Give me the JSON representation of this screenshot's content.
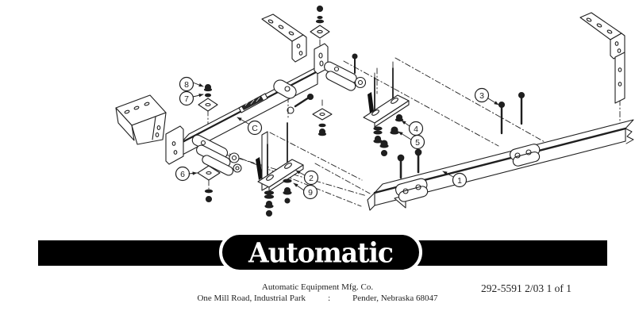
{
  "colors": {
    "ink": "#1f1f1f",
    "banner_bg": "#000000",
    "paper": "#ffffff"
  },
  "banner": {
    "logo_text": "Automatic"
  },
  "footer": {
    "company": "Automatic Equipment Mfg. Co.",
    "address_left": "One Mill Road, Industrial Park",
    "separator": ":",
    "address_right": "Pender, Nebraska 68047",
    "doc_number": "292-5591 2/03 1 of 1"
  },
  "diagram": {
    "type": "exploded-parts-diagram",
    "callouts": [
      {
        "label": "8"
      },
      {
        "label": "7"
      },
      {
        "label": "C"
      },
      {
        "label": "6"
      },
      {
        "label": "2"
      },
      {
        "label": "9"
      },
      {
        "label": "4"
      },
      {
        "label": "5"
      },
      {
        "label": "3"
      },
      {
        "label": "1"
      }
    ]
  }
}
